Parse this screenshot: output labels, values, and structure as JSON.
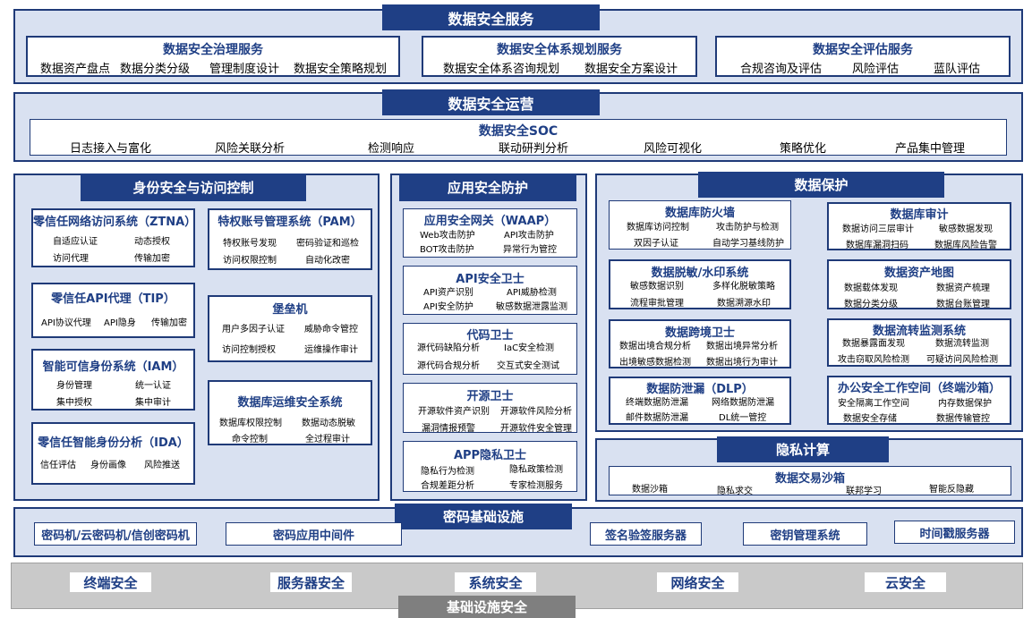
{
  "service": {
    "title": "数据安全服务",
    "governance": {
      "title": "数据安全治理服务",
      "items": [
        "数据资产盘点",
        "数据分类分级",
        "管理制度设计",
        "数据安全策略规划"
      ]
    },
    "planning": {
      "title": "数据安全体系规划服务",
      "items": [
        "数据安全体系咨询规划",
        "数据安全方案设计"
      ]
    },
    "assessment": {
      "title": "数据安全评估服务",
      "items": [
        "合规咨询及评估",
        "风险评估",
        "蓝队评估"
      ]
    }
  },
  "operations": {
    "title": "数据安全运营",
    "soc": {
      "title": "数据安全SOC",
      "items": [
        "日志接入与富化",
        "风险关联分析",
        "检测响应",
        "联动研判分析",
        "风险可视化",
        "策略优化",
        "产品集中管理"
      ]
    }
  },
  "identity": {
    "title": "身份安全与访问控制",
    "ztna": {
      "title": "零信任网络访问系统（ZTNA）",
      "items": [
        "自适应认证",
        "动态授权",
        "访问代理",
        "传输加密"
      ]
    },
    "pam": {
      "title": "特权账号管理系统（PAM）",
      "items": [
        "特权账号发现",
        "密码验证和巡检",
        "访问权限控制",
        "自动化改密"
      ]
    },
    "tip": {
      "title": "零信任API代理（TIP）",
      "items": [
        "API协议代理",
        "API隐身",
        "传输加密"
      ]
    },
    "bastion": {
      "title": "堡垒机",
      "items": [
        "用户多因子认证",
        "威胁命令管控",
        "访问控制授权",
        "运维操作审计"
      ]
    },
    "iam": {
      "title": "智能可信身份系统（IAM）",
      "items": [
        "身份管理",
        "统一认证",
        "集中授权",
        "集中审计"
      ]
    },
    "dbops": {
      "title": "数据库运维安全系统",
      "items": [
        "数据库权限控制",
        "数据动态脱敏",
        "命令控制",
        "全过程审计"
      ]
    },
    "ida": {
      "title": "零信任智能身份分析（IDA）",
      "items": [
        "信任评估",
        "身份画像",
        "风险推送"
      ]
    }
  },
  "app": {
    "title": "应用安全防护",
    "waap": {
      "title": "应用安全网关（WAAP）",
      "items": [
        "Web攻击防护",
        "API攻击防护",
        "BOT攻击防护",
        "异常行为管控"
      ]
    },
    "api": {
      "title": "API安全卫士",
      "items": [
        "API资产识别",
        "API威胁检测",
        "API安全防护",
        "敏感数据泄露监测"
      ]
    },
    "code": {
      "title": "代码卫士",
      "items": [
        "源代码缺陷分析",
        "IaC安全检测",
        "源代码合规分析",
        "交互式安全测试"
      ]
    },
    "oss": {
      "title": "开源卫士",
      "items": [
        "开源软件资产识别",
        "开源软件风险分析",
        "漏洞情报预警",
        "开源软件安全管理"
      ]
    },
    "privacy": {
      "title": "APP隐私卫士",
      "items": [
        "隐私行为检测",
        "隐私政策检测",
        "合规差距分析",
        "专家检测服务"
      ]
    }
  },
  "data": {
    "title": "数据保护",
    "dbfw": {
      "title": "数据库防火墙",
      "items": [
        "数据库访问控制",
        "攻击防护与检测",
        "双因子认证",
        "自动学习基线防护"
      ]
    },
    "dbaudit": {
      "title": "数据库审计",
      "items": [
        "数据访问三层审计",
        "敏感数据发现",
        "数据库漏洞扫码",
        "数据库风险告警"
      ]
    },
    "mask": {
      "title": "数据脱敏/水印系统",
      "items": [
        "敏感数据识别",
        "多样化脱敏策略",
        "流程审批管理",
        "数据溯源水印"
      ]
    },
    "map": {
      "title": "数据资产地图",
      "items": [
        "数据载体发现",
        "数据资产梳理",
        "数据分类分级",
        "数据台账管理"
      ]
    },
    "cross": {
      "title": "数据跨境卫士",
      "items": [
        "数据出境合规分析",
        "数据出境异常分析",
        "出境敏感数据检测",
        "数据出境行为审计"
      ]
    },
    "flow": {
      "title": "数据流转监测系统",
      "items": [
        "数据暴露面发现",
        "数据流转监测",
        "攻击窃取风险检测",
        "可疑访问风险检测"
      ]
    },
    "dlp": {
      "title": "数据防泄漏（DLP）",
      "items": [
        "终端数据防泄漏",
        "网络数据防泄漏",
        "邮件数据防泄漏",
        "DL统一管控"
      ]
    },
    "workspace": {
      "title": "办公安全工作空间（终端沙箱）",
      "items": [
        "安全隔离工作空间",
        "内存数据保护",
        "数据安全存储",
        "数据传输管控"
      ]
    }
  },
  "pc": {
    "title": "隐私计算",
    "sandbox": {
      "title": "数据交易沙箱",
      "items": [
        "数据沙箱",
        "隐私求交",
        "联邦学习",
        "智能反隐藏"
      ]
    }
  },
  "crypto": {
    "title": "密码基础设施",
    "items": [
      "密码机/云密码机/信创密码机",
      "密码应用中间件",
      "签名验签服务器",
      "密钥管理系统",
      "时间戳服务器"
    ]
  },
  "infra": {
    "title": "基础设施安全",
    "items": [
      "终端安全",
      "服务器安全",
      "系统安全",
      "网络安全",
      "云安全"
    ]
  }
}
